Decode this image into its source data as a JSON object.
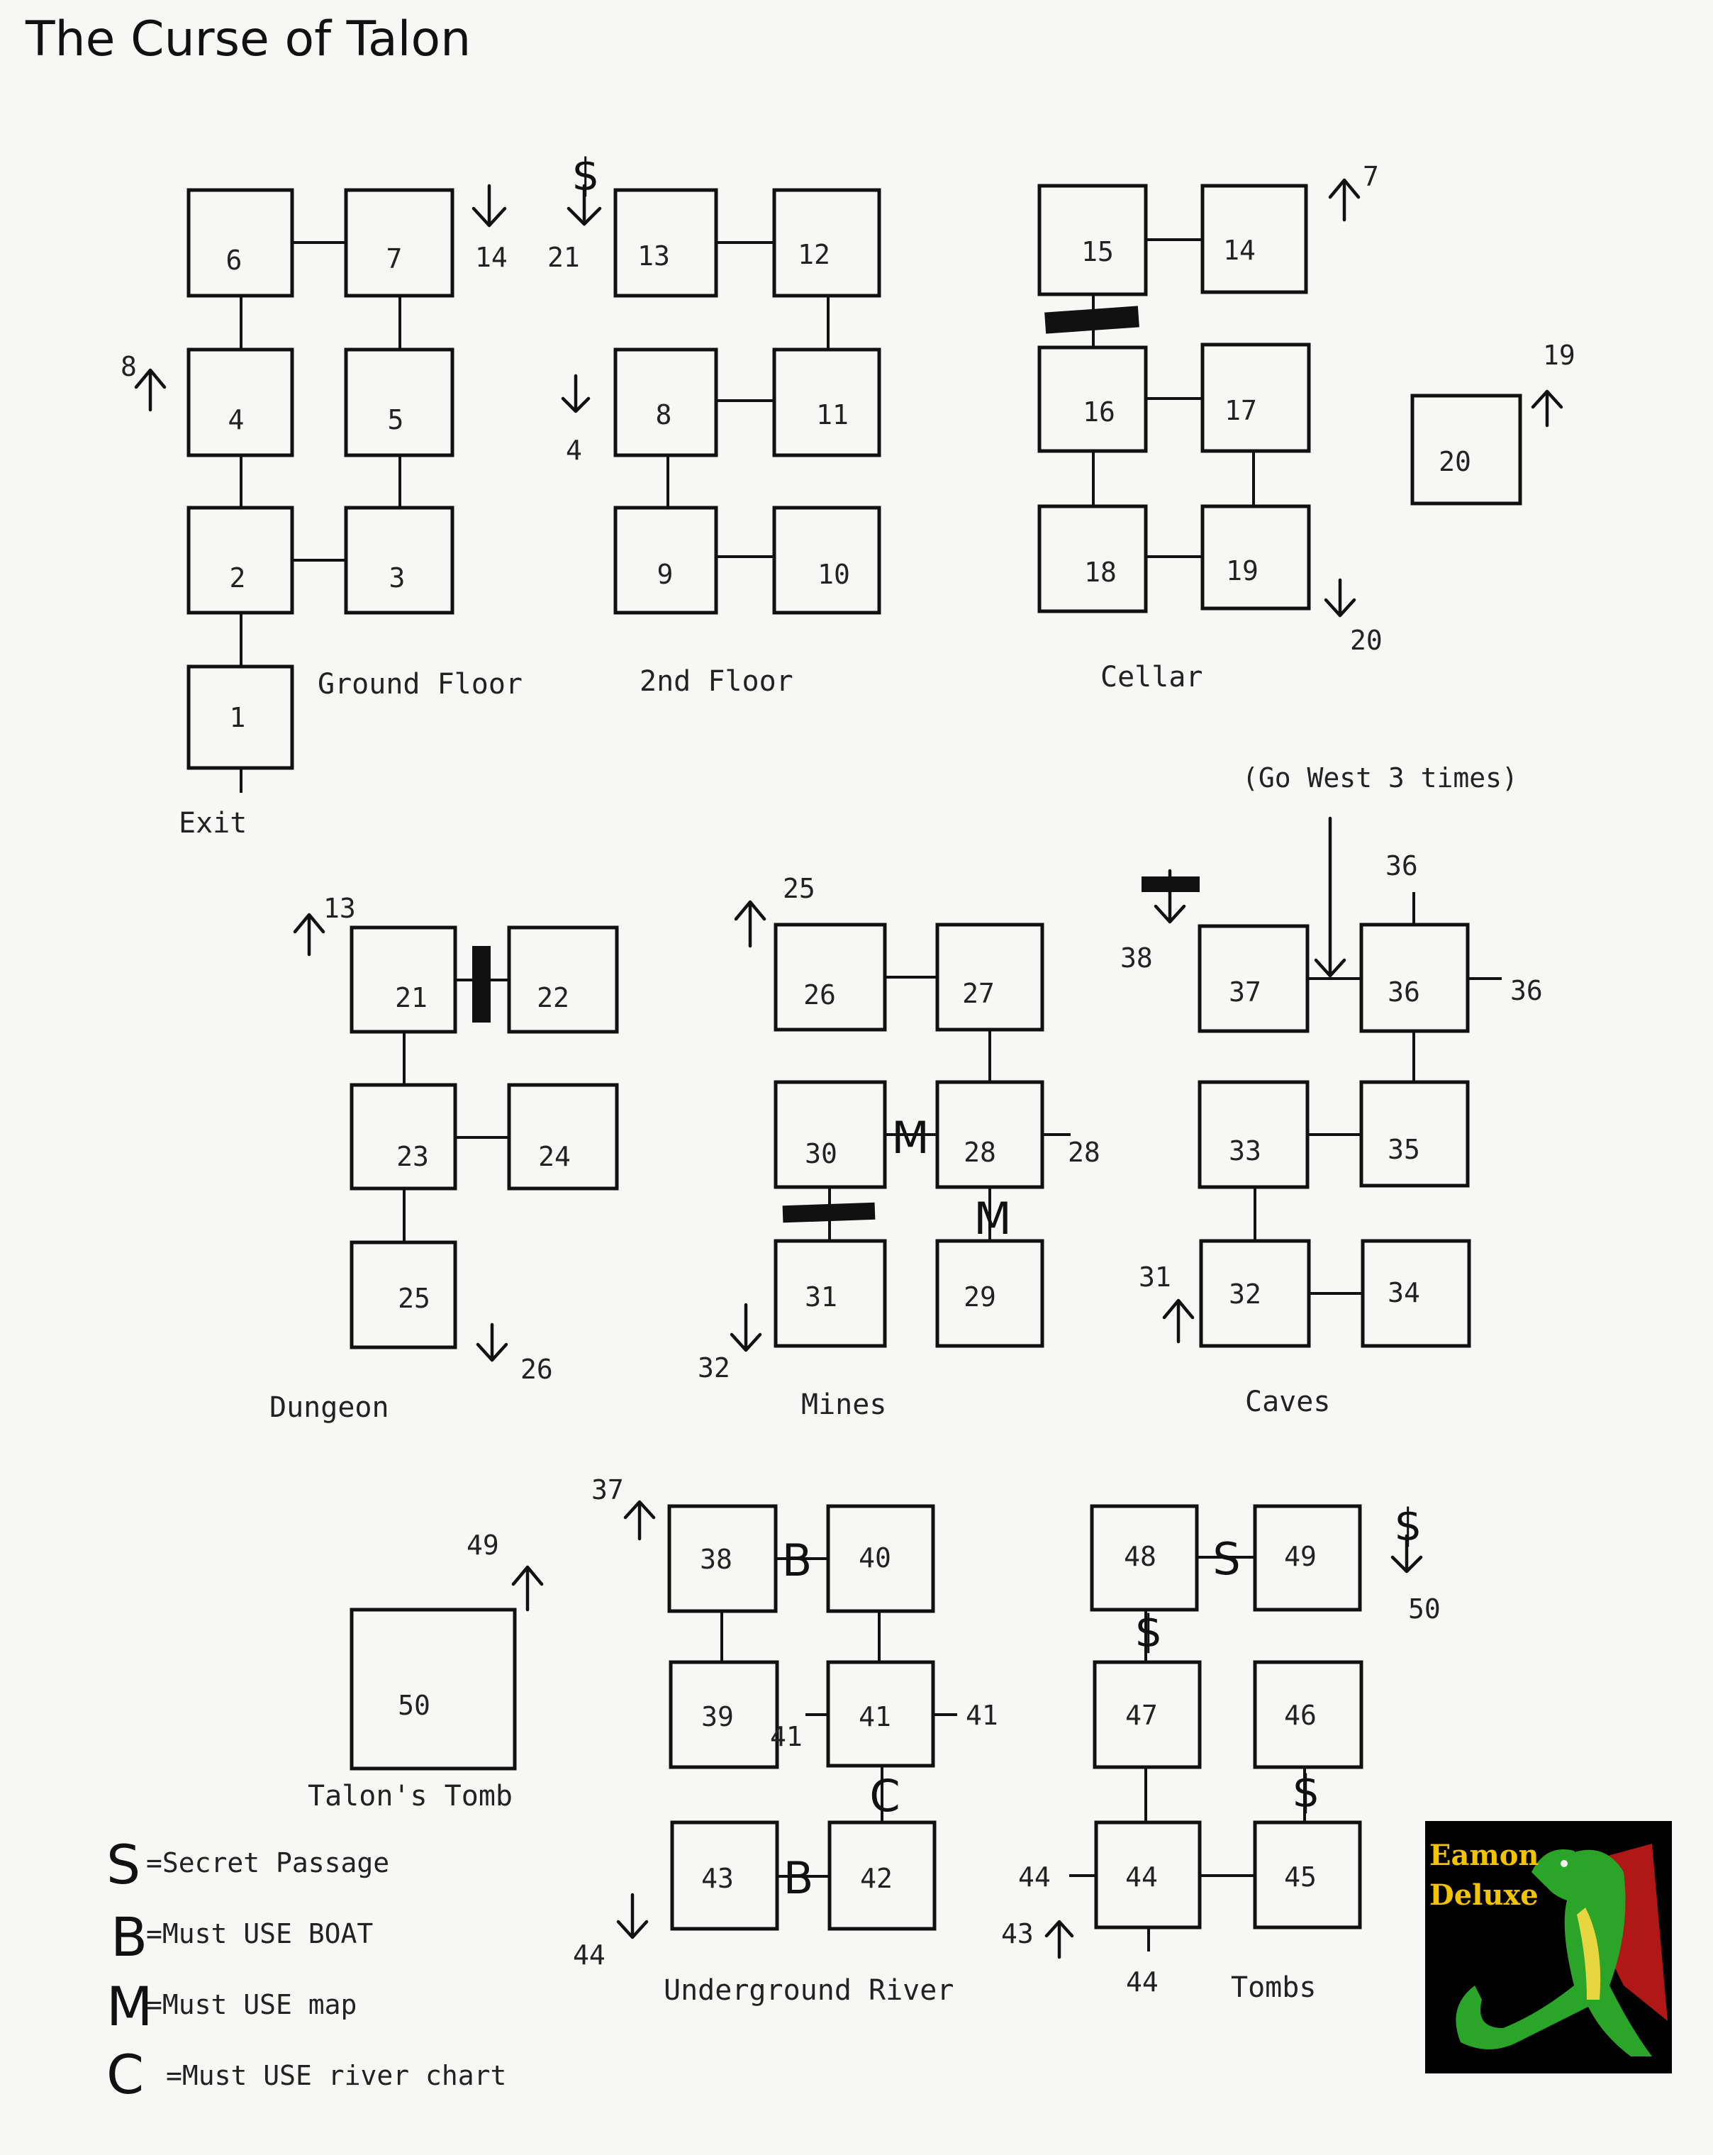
{
  "title": "The Curse of Talon",
  "rooms": [
    "1",
    "2",
    "3",
    "4",
    "5",
    "6",
    "7",
    "8",
    "9",
    "10",
    "11",
    "12",
    "13",
    "14",
    "15",
    "16",
    "17",
    "18",
    "19",
    "20",
    "21",
    "22",
    "23",
    "24",
    "25",
    "26",
    "27",
    "28",
    "29",
    "30",
    "31",
    "32",
    "33",
    "34",
    "35",
    "36",
    "37",
    "38",
    "39",
    "40",
    "41",
    "42",
    "43",
    "44",
    "45",
    "46",
    "47",
    "48",
    "49",
    "50"
  ],
  "sections": {
    "ground_floor": "Ground Floor",
    "second_floor": "2nd Floor",
    "cellar": "Cellar",
    "dungeon": "Dungeon",
    "mines": "Mines",
    "caves": "Caves",
    "talons_tomb": "Talon's Tomb",
    "underground_river": "Underground River",
    "tombs": "Tombs"
  },
  "exit_label": "Exit",
  "note_go_west": "(Go West 3 times)",
  "exit_labels": {
    "gf_to_14": "14",
    "gf_from_8": "8",
    "sf_from_21": "21",
    "sf_to_4": "4",
    "cel_from_7": "7",
    "cel_to_20": "20",
    "cel_from_19": "19",
    "dun_from_13": "13",
    "dun_to_26": "26",
    "min_from_25": "25",
    "min_to_32": "32",
    "min_loop_28": "28",
    "cav_to_38": "38",
    "cav_loop_36_top": "36",
    "cav_loop_36_right": "36",
    "cav_from_31": "31",
    "tomb_from_49": "49",
    "riv_from_37": "37",
    "riv_loop_41_left": "41",
    "riv_loop_41_right": "41",
    "riv_to_44": "44",
    "tmb_to_50": "50",
    "tmb_loop_44_left": "44",
    "tmb_loop_44_bottom": "44",
    "tmb_from_43": "43"
  },
  "legend": [
    {
      "symbol": "S",
      "text": "=Secret Passage"
    },
    {
      "symbol": "B",
      "text": "=Must USE BOAT"
    },
    {
      "symbol": "M",
      "text": "=Must USE map"
    },
    {
      "symbol": "C",
      "text": "=Must USE river chart"
    }
  ],
  "link_marks": {
    "b_38_40": "B",
    "b_43_42": "B",
    "c_41_42": "C",
    "m_30_28": "M",
    "m_28_29": "M",
    "s_48_49": "S",
    "dollar_48_47": "$",
    "dollar_46_45": "$",
    "dollar_sf": "$",
    "dollar_tombs": "$"
  },
  "logo": {
    "line1": "Eamon",
    "line2": "Deluxe"
  }
}
